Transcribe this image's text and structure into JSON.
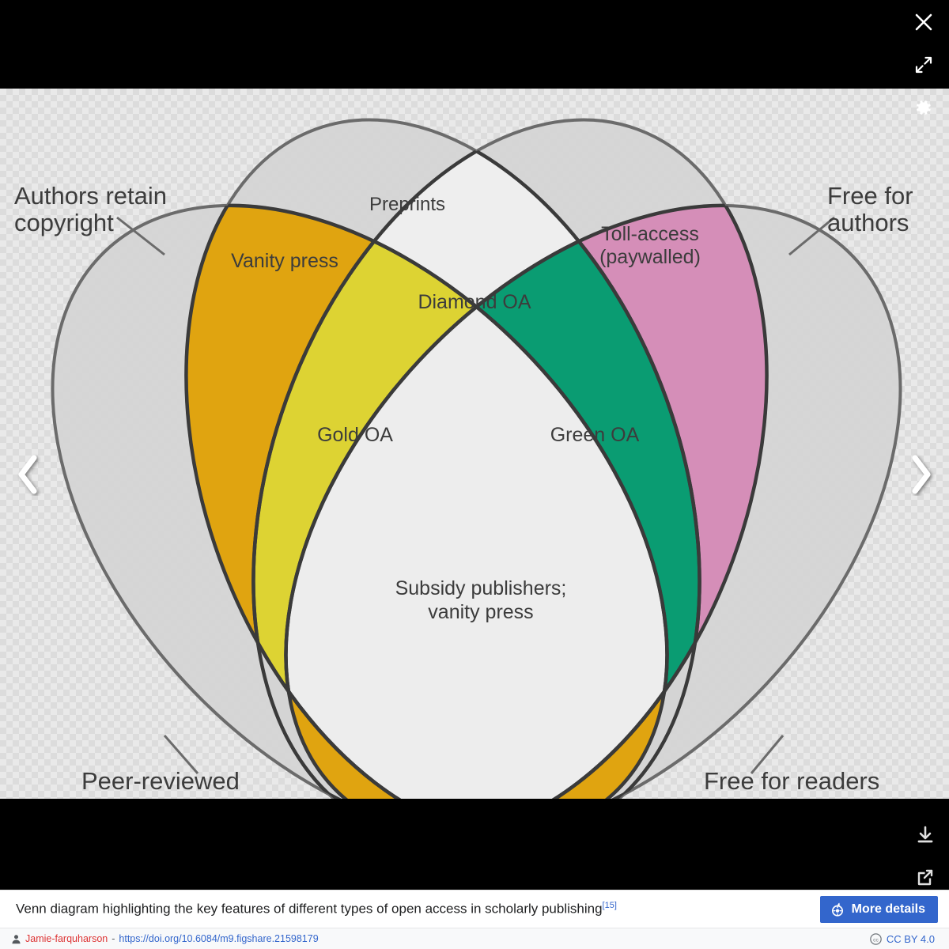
{
  "viewer": {
    "controls": [
      {
        "name": "close-icon",
        "label": "Close"
      },
      {
        "name": "fullscreen-icon",
        "label": "Expand to full screen"
      },
      {
        "name": "gear-icon",
        "label": "Settings"
      }
    ],
    "bottom_controls": [
      {
        "name": "download-icon",
        "label": "Download"
      },
      {
        "name": "share-icon",
        "label": "Share"
      }
    ],
    "nav": {
      "prev_label": "‹",
      "next_label": "›"
    }
  },
  "caption": {
    "text": "Venn diagram highlighting the key features of different types of open access in scholarly publishing",
    "reference": "[15]",
    "more_details_label": "More details"
  },
  "credit": {
    "author": "Jamie-farquharson",
    "separator": "-",
    "link": "https://doi.org/10.6084/m9.figshare.21598179",
    "license": "CC BY 4.0"
  },
  "diagram": {
    "outer_labels": [
      {
        "id": "authors-retain-copyright",
        "line1": "Authors retain",
        "line2": "copyright"
      },
      {
        "id": "free-for-authors",
        "line1": "Free for",
        "line2": "authors"
      },
      {
        "id": "peer-reviewed",
        "line1": "Peer-reviewed",
        "line2": ""
      },
      {
        "id": "free-for-readers",
        "line1": "Free for readers",
        "line2": ""
      }
    ],
    "regions": [
      {
        "id": "vanity-press",
        "label": "Vanity press",
        "line2": "",
        "color": "#e0a410"
      },
      {
        "id": "preprints",
        "label": "Preprints",
        "line2": "",
        "color": "#e2660f"
      },
      {
        "id": "toll-access",
        "label": "Toll-access",
        "line2": "(paywalled)",
        "color": "#d58eb8"
      },
      {
        "id": "diamond-oa",
        "label": "Diamond OA",
        "line2": "",
        "color": "#eeeeee"
      },
      {
        "id": "gold-oa",
        "label": "Gold OA",
        "line2": "",
        "color": "#ddd333"
      },
      {
        "id": "green-oa",
        "label": "Green OA",
        "line2": "",
        "color": "#0a9c72"
      },
      {
        "id": "subsidy-publishers",
        "label": "Subsidy publishers;",
        "line2": "vanity press",
        "color": "#e0a410"
      }
    ],
    "base_fill": "#d4d4d4",
    "stroke": "#6b6b6b",
    "inner_stroke": "#3a3a3a"
  }
}
